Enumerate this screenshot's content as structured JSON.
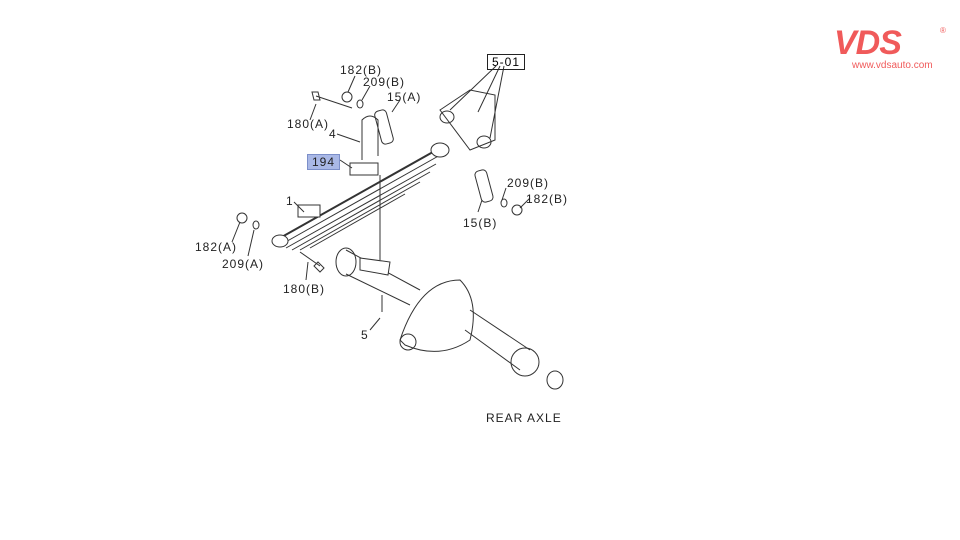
{
  "diagram": {
    "callouts": {
      "c182b_top": "182(B)",
      "c209b_top": "209(B)",
      "c15a": "15(A)",
      "c180a": "180(A)",
      "c4": "4",
      "c194": "194",
      "c1": "1",
      "c182a": "182(A)",
      "c209a": "209(A)",
      "c180b": "180(B)",
      "c5": "5",
      "c501": "5-01",
      "c209b_right": "209(B)",
      "c182b_right": "182(B)",
      "c15b": "15(B)",
      "rear_axle": "REAR AXLE"
    }
  },
  "logo": {
    "mark": "VDS",
    "registered": "®",
    "url": "www.vdsauto.com"
  },
  "colors": {
    "highlight": "#a9b8e6",
    "brand": "#f05a5a"
  }
}
